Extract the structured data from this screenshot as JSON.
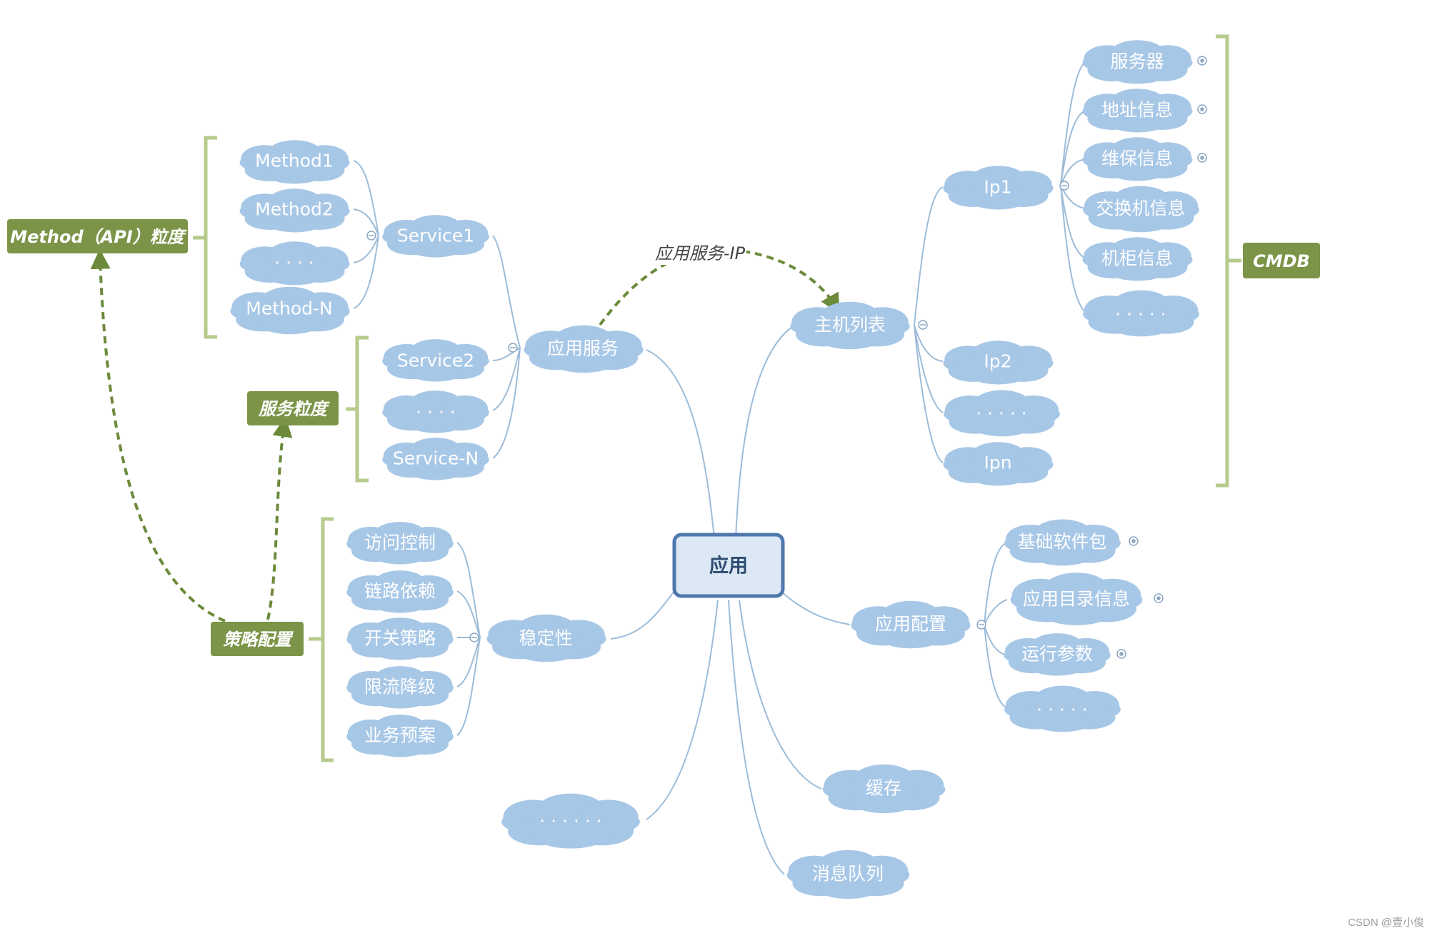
{
  "center": "应用",
  "branches": {
    "app_service": "应用服务",
    "service1": "Service1",
    "method1": "Method1",
    "method2": "Method2",
    "method_dots": "· · · ·",
    "method_n": "Method-N",
    "service2": "Service2",
    "service_dots": "· · · ·",
    "service_n": "Service-N",
    "stability": "稳定性",
    "access_control": "访问控制",
    "link_dependency": "链路依赖",
    "switch_strategy": "开关策略",
    "rate_limit": "限流降级",
    "business_plan": "业务预案",
    "bottom_dots": "· · · · · ·",
    "host_list": "主机列表",
    "ip1": "Ip1",
    "server": "服务器",
    "address_info": "地址信息",
    "warranty_info": "维保信息",
    "switch_info": "交换机信息",
    "cabinet_info": "机柜信息",
    "ip1_dots": "· · · · ·",
    "ip2": "Ip2",
    "ip_dots": "· · · · ·",
    "ipn": "Ipn",
    "app_config": "应用配置",
    "base_software": "基础软件包",
    "app_dir_info": "应用目录信息",
    "run_params": "运行参数",
    "config_dots": "· · · · ·",
    "cache": "缓存",
    "message_queue": "消息队列"
  },
  "tags": {
    "method_granularity": "Method（API）粒度",
    "service_granularity": "服务粒度",
    "strategy_config": "策略配置",
    "cmdb": "CMDB"
  },
  "edge_label": "应用服务-IP",
  "watermark": "CSDN @壹小俊",
  "colors": {
    "cloud_fill": "#a7c7e7",
    "cloud_light": "#c3d9ef",
    "line": "#9dbcd8",
    "tag_fill": "#7b9448",
    "bracket": "#b6cb8c",
    "dashed_arrow": "#6b8a3a",
    "center_fill": "#dce8f5",
    "center_border": "#4f78ad"
  }
}
